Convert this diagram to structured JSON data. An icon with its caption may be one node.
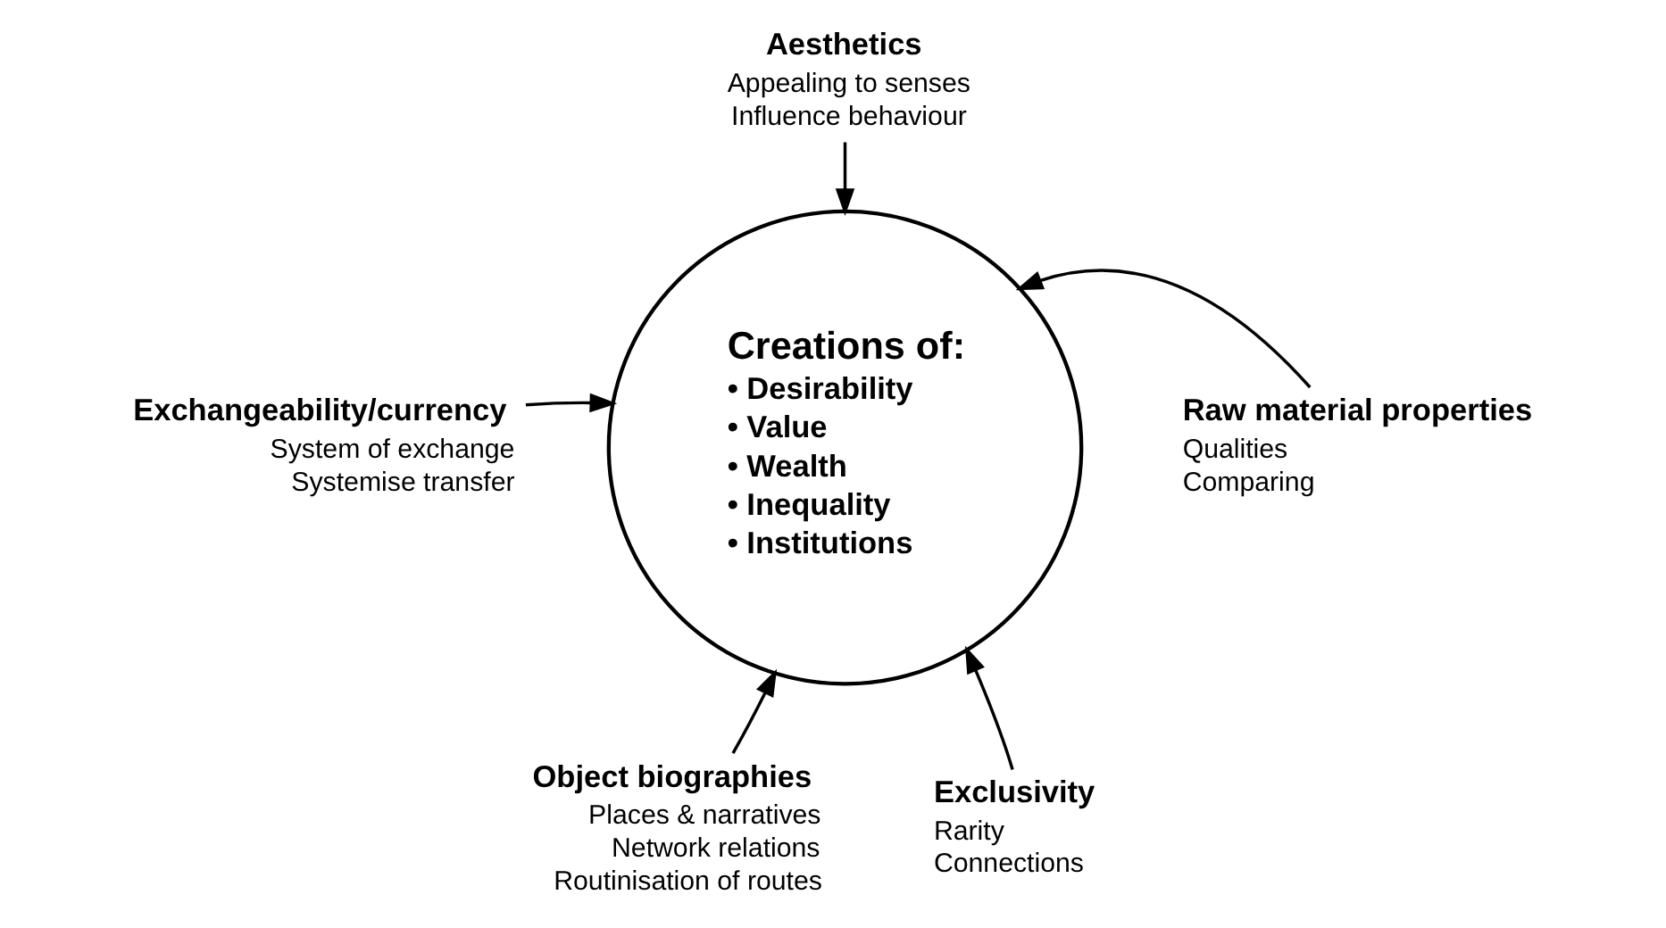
{
  "diagram": {
    "nodes": [
      {
        "text": [
          "Aesthetics",
          "Appealing to senses",
          "Influence behaviour"
        ]
      },
      {
        "text": [
          "Exchangeability/currency",
          "System of exchange",
          "Systemise transfer"
        ]
      },
      {
        "text": [
          "Raw material properties",
          "Qualities",
          "Comparing"
        ]
      },
      {
        "text": [
          "Creations of:",
          "• Desirability",
          "• Value",
          "• Wealth",
          "• Inequality",
          "• Institutions"
        ]
      },
      {
        "text": [
          "Object biographies",
          "Places & narratives",
          "Network relations",
          "Routinisation of routes"
        ]
      },
      {
        "text": [
          "Exclusivity",
          "Rarity",
          "Connections"
        ]
      }
    ],
    "edges": [
      {
        "from": 0,
        "to": 3,
        "arrow": "to"
      },
      {
        "from": 1,
        "to": 3,
        "arrow": "to"
      },
      {
        "from": 2,
        "to": 3,
        "arrow": "to"
      },
      {
        "from": 4,
        "to": 3,
        "arrow": "to"
      },
      {
        "from": 5,
        "to": 3,
        "arrow": "to"
      }
    ]
  }
}
